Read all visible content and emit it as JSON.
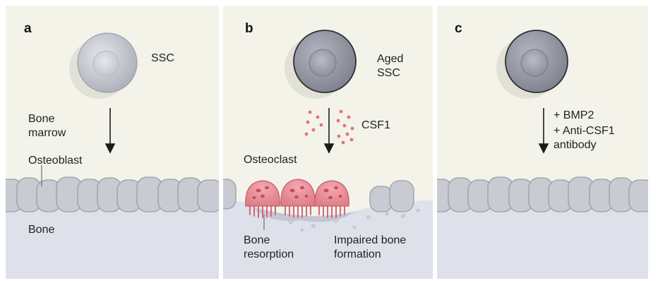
{
  "panels": [
    {
      "letter": "a",
      "cell_label": "SSC",
      "marrow_label_line1": "Bone",
      "marrow_label_line2": "marrow",
      "osteoblast_label": "Osteoblast",
      "bone_label": "Bone"
    },
    {
      "letter": "b",
      "cell_label_line1": "Aged",
      "cell_label_line2": "SSC",
      "signal_label": "CSF1",
      "osteoclast_label": "Osteoclast",
      "resorption_label_line1": "Bone",
      "resorption_label_line2": "resorption",
      "impaired_label_line1": "Impaired bone",
      "impaired_label_line2": "formation"
    },
    {
      "letter": "c",
      "treatment_line1": "+ BMP2",
      "treatment_line2": "+ Anti-CSF1",
      "treatment_line3": "antibody"
    }
  ],
  "colors": {
    "panel_background": "#f4f3ea",
    "bone": "#dfe1ea",
    "osteoblast": "#c9cbd3",
    "osteoclast": "#e98a94",
    "csf1_dots": "#e0727e",
    "aged_cell": "#8d909c",
    "young_cell": "#c6c8d0"
  },
  "icons": [
    "cell-icon",
    "down-arrow-icon",
    "osteoblast-cell-icon",
    "osteoclast-cell-icon"
  ]
}
